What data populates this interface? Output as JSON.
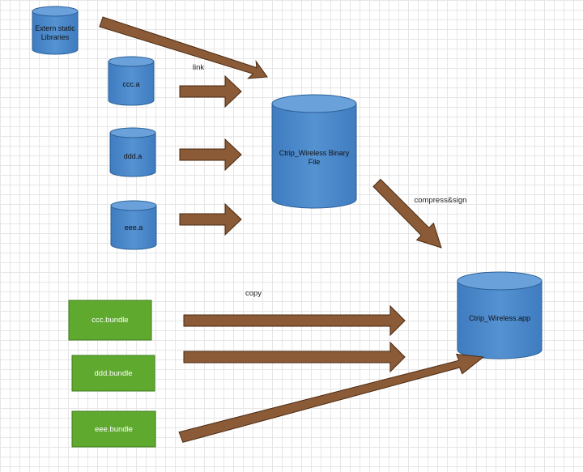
{
  "colors": {
    "cylinder_fill": "#4a86c8",
    "cylinder_stroke": "#2c5f96",
    "bundle_fill": "#5faa2e",
    "bundle_stroke": "#3e7a1c",
    "arrow_fill": "#8b5a36",
    "arrow_stroke": "#4a2a12"
  },
  "libraries": {
    "extern": "Extern static Libraries",
    "ccc": "ccc.a",
    "ddd": "ddd.a",
    "eee": "eee.a"
  },
  "binary": {
    "label": "Ctrip_Wireless Binary File"
  },
  "app": {
    "label": "Ctrip_Wireless.app"
  },
  "bundles": {
    "ccc": "ccc.bundle",
    "ddd": "ddd.bundle",
    "eee": "eee.bundle"
  },
  "annotations": {
    "link": "link",
    "compress_sign": "compress&sign",
    "copy": "copy"
  }
}
